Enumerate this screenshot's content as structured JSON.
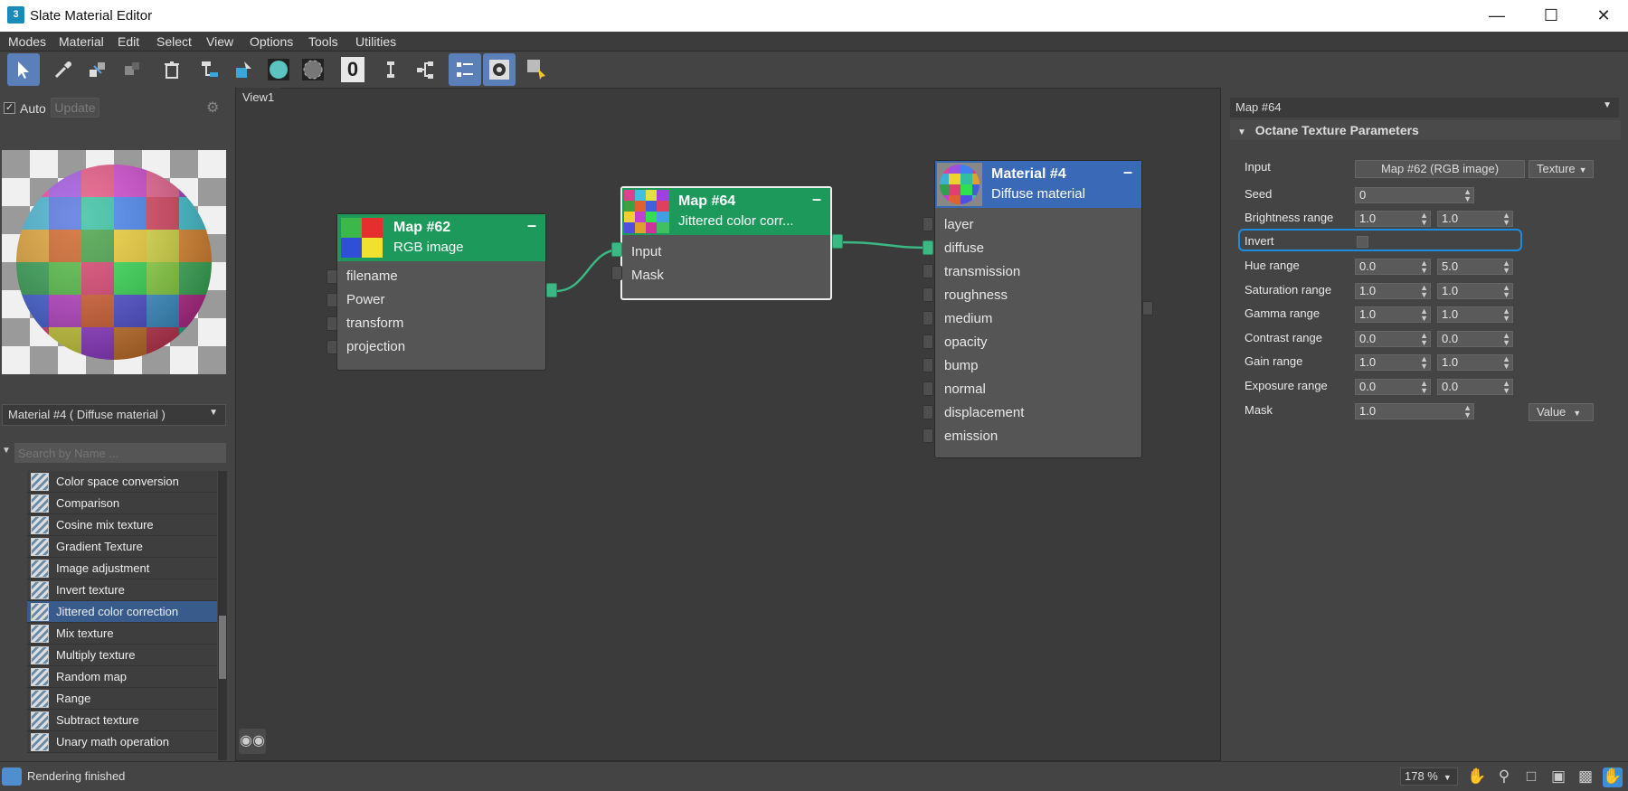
{
  "window": {
    "title": "Slate Material Editor",
    "app_icon": "3"
  },
  "menu": [
    "Modes",
    "Material",
    "Edit",
    "Select",
    "View",
    "Options",
    "Tools",
    "Utilities"
  ],
  "toolbar": {
    "icons": [
      "select-arrow-icon",
      "eyedropper-icon",
      "assign-material-icon",
      "put-to-scene-icon",
      "delete-icon",
      "move-children-icon",
      "hide-unused-icon",
      "show-shaded-icon",
      "show-background-icon",
      "material-id-icon",
      "layout-all-icon",
      "layout-children-icon",
      "show-map-list-icon",
      "show-parameters-icon",
      "unused-nodes-icon"
    ],
    "material_id": "0"
  },
  "left": {
    "auto_label": "Auto",
    "update_label": "Update",
    "material_dropdown": "Material #4  ( Diffuse material )",
    "search_placeholder": "Search by Name ...",
    "maps": [
      "Color space conversion",
      "Comparison",
      "Cosine mix texture",
      "Gradient Texture",
      "Image adjustment",
      "Invert texture",
      "Jittered color correction",
      "Mix texture",
      "Multiply texture",
      "Random map",
      "Range",
      "Subtract texture",
      "Unary math operation"
    ],
    "selected_map": "Jittered color correction"
  },
  "view": {
    "tab": "View1"
  },
  "nodes": {
    "map62": {
      "title": "Map #62",
      "subtitle": "RGB image",
      "header_color": "#1d9a5b",
      "slots": [
        "filename",
        "Power",
        "transform",
        "projection"
      ]
    },
    "map64": {
      "title": "Map #64",
      "subtitle": "Jittered color corr...",
      "header_color": "#1d9a5b",
      "slots": [
        "Input",
        "Mask"
      ]
    },
    "mat4": {
      "title": "Material #4",
      "subtitle": "Diffuse material",
      "header_color": "#3a6ab7",
      "slots": [
        "layer",
        "diffuse",
        "transmission",
        "roughness",
        "medium",
        "opacity",
        "bump",
        "normal",
        "displacement",
        "emission"
      ]
    }
  },
  "params": {
    "header": "Map #64",
    "rollout": "Octane Texture Parameters",
    "input_label": "Input",
    "input_value": "Map #62 (RGB image)",
    "input_mode": "Texture",
    "seed_label": "Seed",
    "seed_value": "0",
    "brightness_label": "Brightness range",
    "brightness": [
      "1.0",
      "1.0"
    ],
    "invert_label": "Invert",
    "hue_label": "Hue range",
    "hue": [
      "0.0",
      "5.0"
    ],
    "saturation_label": "Saturation range",
    "saturation": [
      "1.0",
      "1.0"
    ],
    "gamma_label": "Gamma range",
    "gamma": [
      "1.0",
      "1.0"
    ],
    "contrast_label": "Contrast range",
    "contrast": [
      "0.0",
      "0.0"
    ],
    "gain_label": "Gain range",
    "gain": [
      "1.0",
      "1.0"
    ],
    "exposure_label": "Exposure range",
    "exposure": [
      "0.0",
      "0.0"
    ],
    "mask_label": "Mask",
    "mask_value": "1.0",
    "mask_mode": "Value"
  },
  "status": {
    "text": "Rendering finished",
    "zoom": "178 %"
  },
  "colors": {
    "accent": "#1d8be0",
    "node_green": "#1d9a5b",
    "node_blue": "#3a6ab7",
    "wire": "#3bb883"
  }
}
